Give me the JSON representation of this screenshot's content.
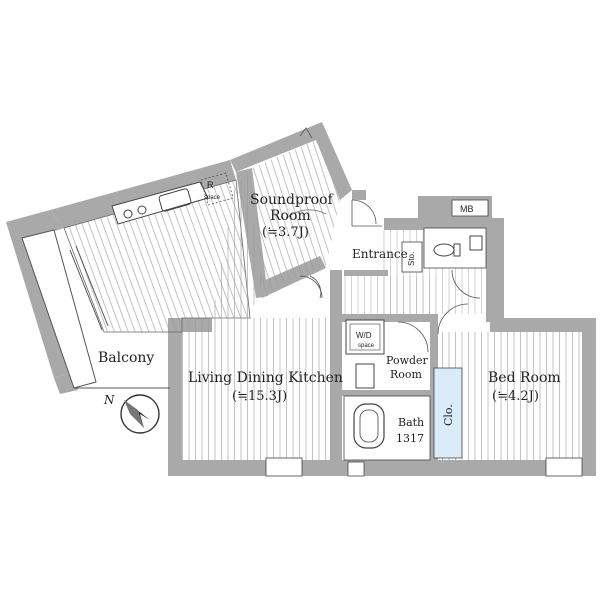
{
  "rooms": {
    "soundproof": {
      "line1": "Soundproof",
      "line2": "Room",
      "area": "(≒3.7J)"
    },
    "ldk": {
      "name": "Living Dining Kitchen",
      "area": "(≒15.3J)"
    },
    "bedroom": {
      "name": "Bed Room",
      "area": "(≒4.2J)"
    },
    "balcony": {
      "name": "Balcony"
    },
    "entrance": {
      "name": "Entrance"
    },
    "powder": {
      "line1": "Powder",
      "line2": "Room"
    },
    "bath": {
      "line1": "Bath",
      "line2": "1317"
    }
  },
  "labels": {
    "storage": "Sto.",
    "closet": "Clo.",
    "meter_box": "MB",
    "washer": "W/D",
    "washer_sub": "space",
    "fridge": "R",
    "fridge_sub": "space",
    "compass": "N"
  },
  "colors": {
    "wall": "#a9a9a9",
    "closet_fill": "#d9ecf7",
    "line": "#444444"
  }
}
